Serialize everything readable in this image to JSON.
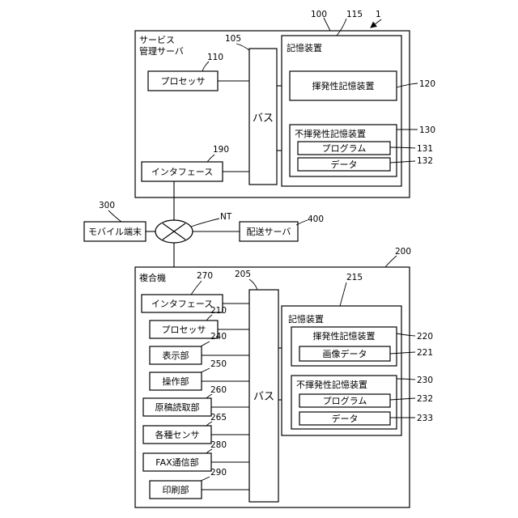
{
  "figure_ref": "1",
  "server": {
    "ref": "100",
    "title_line1": "サービス",
    "title_line2": "管理サーバ",
    "processor": {
      "label": "プロセッサ",
      "ref": "110"
    },
    "interface": {
      "label": "インタフェース",
      "ref": "190"
    },
    "bus": {
      "label": "バス",
      "ref": "105"
    },
    "storage": {
      "label": "記憶装置",
      "ref": "115",
      "volatile": {
        "label": "揮発性記憶装置",
        "ref": "120"
      },
      "nonvolatile": {
        "label": "不揮発性記憶装置",
        "ref": "130",
        "program": {
          "label": "プログラム",
          "ref": "131"
        },
        "data": {
          "label": "データ",
          "ref": "132"
        }
      }
    }
  },
  "network": {
    "ref": "NT",
    "mobile": {
      "label": "モバイル端末",
      "ref": "300"
    },
    "delivery": {
      "label": "配送サーバ",
      "ref": "400"
    }
  },
  "mfp": {
    "ref": "200",
    "title": "複合機",
    "bus": {
      "label": "バス",
      "ref": "205"
    },
    "components": [
      {
        "label": "インタフェース",
        "ref": "270"
      },
      {
        "label": "プロセッサ",
        "ref": "210"
      },
      {
        "label": "表示部",
        "ref": "240"
      },
      {
        "label": "操作部",
        "ref": "250"
      },
      {
        "label": "原稿読取部",
        "ref": "260"
      },
      {
        "label": "各種センサ",
        "ref": "265"
      },
      {
        "label": "FAX通信部",
        "ref": "280"
      },
      {
        "label": "印刷部",
        "ref": "290"
      }
    ],
    "storage": {
      "label": "記憶装置",
      "ref": "215",
      "volatile": {
        "label": "揮発性記憶装置",
        "ref": "220",
        "image_data": {
          "label": "画像データ",
          "ref": "221"
        }
      },
      "nonvolatile": {
        "label": "不揮発性記憶装置",
        "ref": "230",
        "program": {
          "label": "プログラム",
          "ref": "232"
        },
        "data": {
          "label": "データ",
          "ref": "233"
        }
      }
    }
  }
}
